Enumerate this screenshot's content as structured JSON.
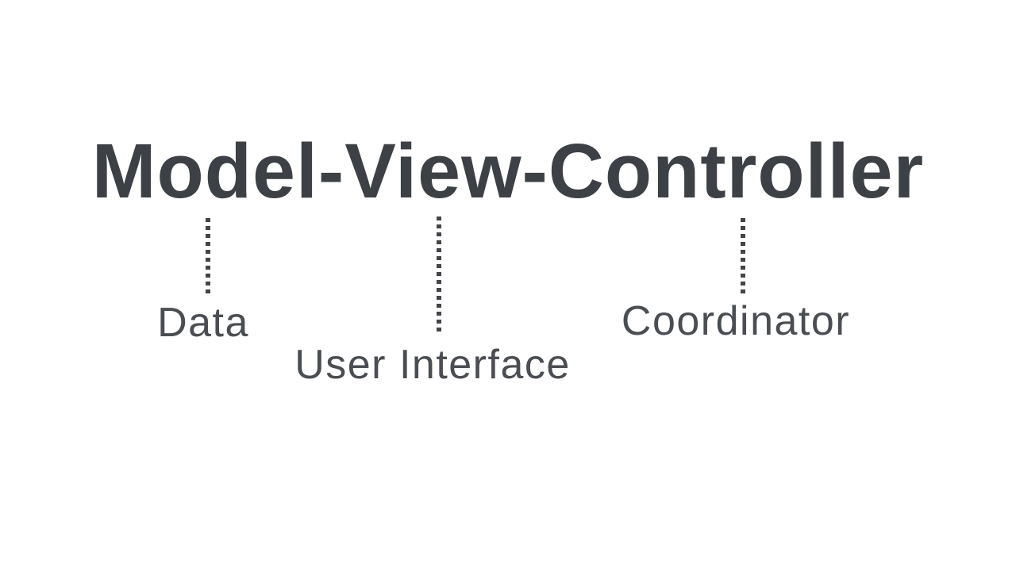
{
  "canvas": {
    "background_color": "#ffffff"
  },
  "title": {
    "text": "Model-View-Controller",
    "color": "#3d4045"
  },
  "connector": {
    "style": "vertical-dotted-line",
    "color": "#42454a"
  },
  "labels": [
    {
      "component": "Model",
      "definition": "Data"
    },
    {
      "component": "View",
      "definition": "User Interface"
    },
    {
      "component": "Controller",
      "definition": "Coordinator"
    }
  ]
}
